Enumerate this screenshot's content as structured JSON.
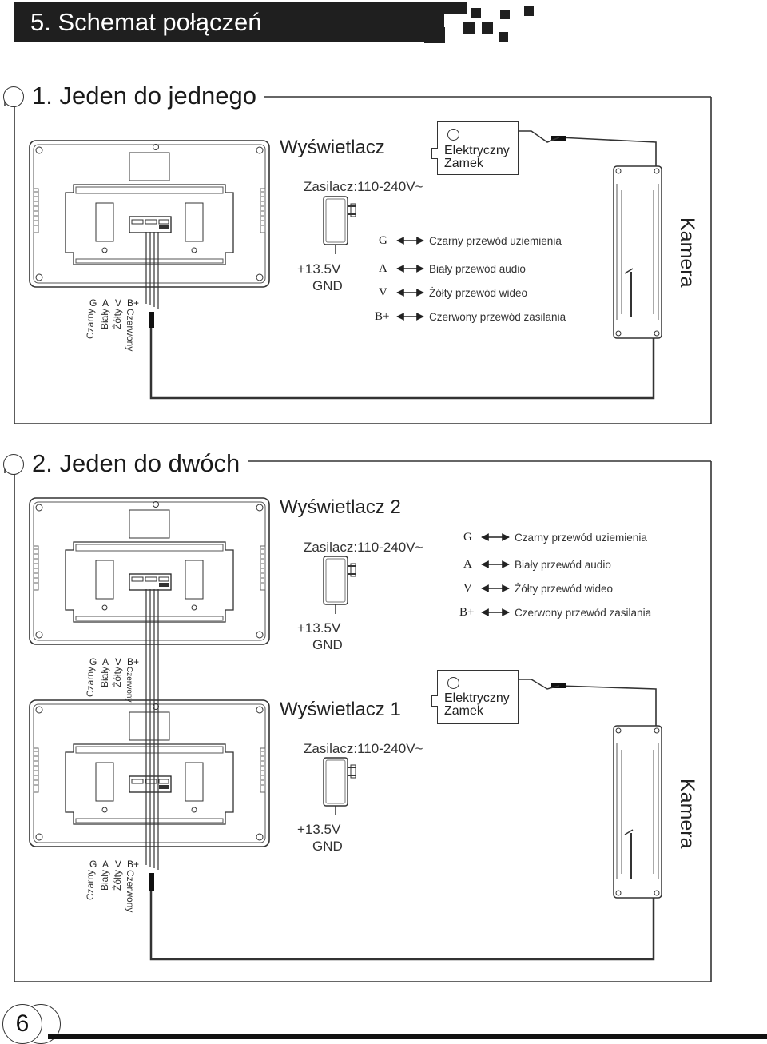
{
  "header": {
    "title": "5. Schemat połączeń"
  },
  "section1": {
    "title": "1. Jeden do jednego",
    "display_label": "Wyświetlacz",
    "power_label": "Zasilacz:110-240V~",
    "voltage_label": "+13.5V",
    "gnd_label": "GND",
    "lock_label_line1": "Elektryczny",
    "lock_label_line2": "Zamek",
    "camera_label": "Kamera",
    "terminals": [
      "G",
      "A",
      "V",
      "B+"
    ],
    "terminal_colors": [
      "Czarny",
      "Biały",
      "Żółty",
      "Czerwony"
    ],
    "wires": [
      {
        "code": "G",
        "desc": "Czarny przewód uziemienia"
      },
      {
        "code": "A",
        "desc": "Biały przewód audio"
      },
      {
        "code": "V",
        "desc": "Żółty przewód wideo"
      },
      {
        "code": "B+",
        "desc": "Czerwony przewód zasilania"
      }
    ]
  },
  "section2": {
    "title": "2. Jeden do dwóch",
    "display2_label": "Wyświetlacz 2",
    "display1_label": "Wyświetlacz 1",
    "power_label_2": "Zasilacz:110-240V~",
    "power_label_1": "Zasilacz:110-240V~",
    "voltage_label_2": "+13.5V",
    "gnd_label_2": "GND",
    "voltage_label_1": "+13.5V",
    "gnd_label_1": "GND",
    "lock_label_line1": "Elektryczny",
    "lock_label_line2": "Zamek",
    "camera_label": "Kamera",
    "terminals_top": [
      "G",
      "A",
      "V",
      "B+"
    ],
    "terminal_colors_top": [
      "Czarny",
      "Biały",
      "Żółty",
      "Czerwony"
    ],
    "terminals_bottom": [
      "G",
      "A",
      "V",
      "B+"
    ],
    "terminal_colors_bottom": [
      "Czarny",
      "Biały",
      "Żółty",
      "Czerwony"
    ],
    "wires": [
      {
        "code": "G",
        "desc": "Czarny przewód uziemienia"
      },
      {
        "code": "A",
        "desc": "Biały przewód audio"
      },
      {
        "code": "V",
        "desc": "Żółty przewód wideo"
      },
      {
        "code": "B+",
        "desc": "Czerwony przewód zasilania"
      }
    ]
  },
  "footer": {
    "page_number": "6"
  }
}
